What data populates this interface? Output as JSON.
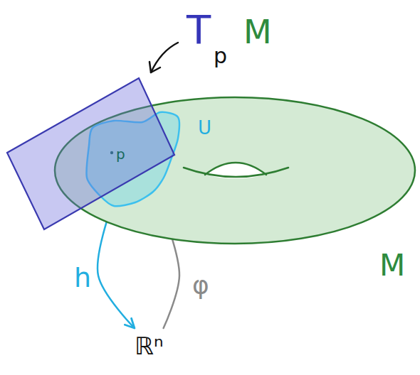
{
  "diagram": {
    "nodes": [
      {
        "text": [
          "T",
          "p",
          "M"
        ]
      },
      {
        "text": [
          "M"
        ]
      },
      {
        "text": [
          "U",
          "p"
        ],
        "in": 1
      },
      {
        "text": [
          "ℝⁿ"
        ]
      }
    ],
    "edges": [
      {
        "from": 2,
        "to": 3,
        "arrow": "to",
        "label": "h"
      },
      {
        "from": 3,
        "to": 2,
        "arrow": "to",
        "label": "φ"
      }
    ]
  }
}
